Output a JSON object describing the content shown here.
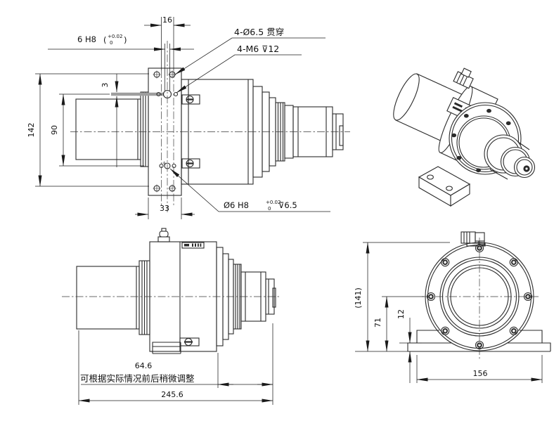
{
  "colors": {
    "background": "#ffffff",
    "line": "#2a2a2a",
    "dimension_text": "#111111",
    "highlight_pin": "#9e9e9e"
  },
  "views": {
    "ortho": {
      "dim_width_16": "16",
      "fit_callout": {
        "main": "6 H8",
        "open": "(",
        "upper": "+0.02",
        "lower": "0",
        "close": ")"
      },
      "through_holes": "4-Ø6.5 贯穿",
      "tapped_holes": "4-M6 ⊽12",
      "dim_pin_3": "3",
      "dim_height_142": "142",
      "dim_height_90": "90",
      "dim_width_33": "33",
      "bore": {
        "main": "Ø6 H8",
        "upper": "+0.02",
        "lower": "0",
        "depth": "⊽6.5"
      }
    },
    "side": {
      "dim_64_6": "64.6",
      "note": "可根据实际情况前后稍微调整",
      "dim_245_6": "245.6"
    },
    "front": {
      "dim_141": "(141)",
      "dim_71": "71",
      "dim_12": "12",
      "dim_156": "156"
    }
  }
}
